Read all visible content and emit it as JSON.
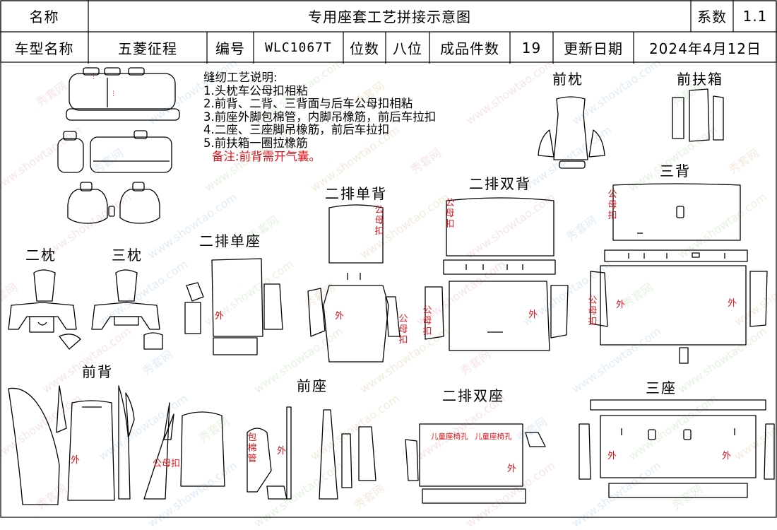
{
  "header": {
    "name_label": "名称",
    "title": "专用座套工艺拼接示意图",
    "series_label": "系数",
    "series_value": "1.1",
    "model_label": "车型名称",
    "model_value": "五菱征程",
    "code_label": "编号",
    "code_value": "WLC1067T",
    "seats_label": "位数",
    "seats_value": "八位",
    "pieces_label": "成品件数",
    "pieces_value": "19",
    "update_label": "更新日期",
    "update_value": "2024年4月12日"
  },
  "notes": {
    "title": "缝纫工艺说明:",
    "items": [
      "1.头枕车公母扣相粘",
      "2.前背、二背、三背面与后车公母扣相粘",
      "3.前座外脚包棉管，内脚吊橡筋，前后车拉扣",
      "4.二座、三座脚吊橡筋，前后车拉扣",
      "5.前扶箱一圈拉橡筋"
    ],
    "remark": "备注:前背需开气囊。"
  },
  "sections": {
    "front_headrest": "前枕",
    "front_armrest": "前扶箱",
    "second_headrest": "二枕",
    "third_headrest": "三枕",
    "second_single_back": "二排单背",
    "second_double_back": "二排双背",
    "third_back": "三背",
    "second_single_seat": "二排单座",
    "front_back": "前背",
    "front_seat": "前座",
    "second_double_seat": "二排双座",
    "third_seat": "三座"
  },
  "annotations": {
    "outer": "外",
    "snap": "公母扣",
    "snap_v": "公母扣",
    "cotton_tube_v": "包棉管",
    "child_seat_hole": "儿童座椅孔"
  },
  "watermark": {
    "text": "www.showtao.com",
    "brand": "秀套网"
  },
  "colors": {
    "line": "#000000",
    "annotation": "#e0141b"
  }
}
